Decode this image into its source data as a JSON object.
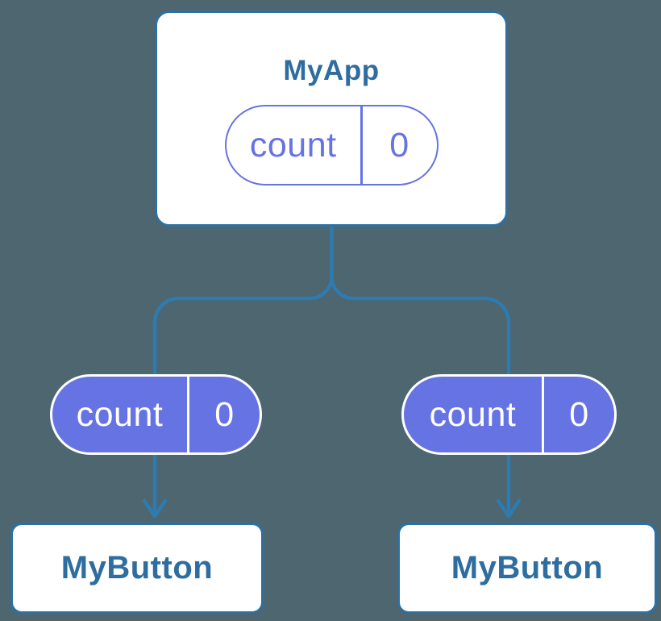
{
  "diagram": {
    "root": {
      "title": "MyApp",
      "state_pill": {
        "label": "count",
        "value": "0"
      }
    },
    "children": [
      {
        "title": "MyButton",
        "prop_pill": {
          "label": "count",
          "value": "0"
        }
      },
      {
        "title": "MyButton",
        "prop_pill": {
          "label": "count",
          "value": "0"
        }
      }
    ]
  },
  "theme": {
    "colors": {
      "background": "#4D6670",
      "card-fill": "#FFFFFF",
      "card-border": "#2D70A1",
      "node-text": "#2E6D9F",
      "connector": "#2E7BB0",
      "purple": "#6673E2",
      "pill-text-light": "#FFFFFF"
    }
  }
}
